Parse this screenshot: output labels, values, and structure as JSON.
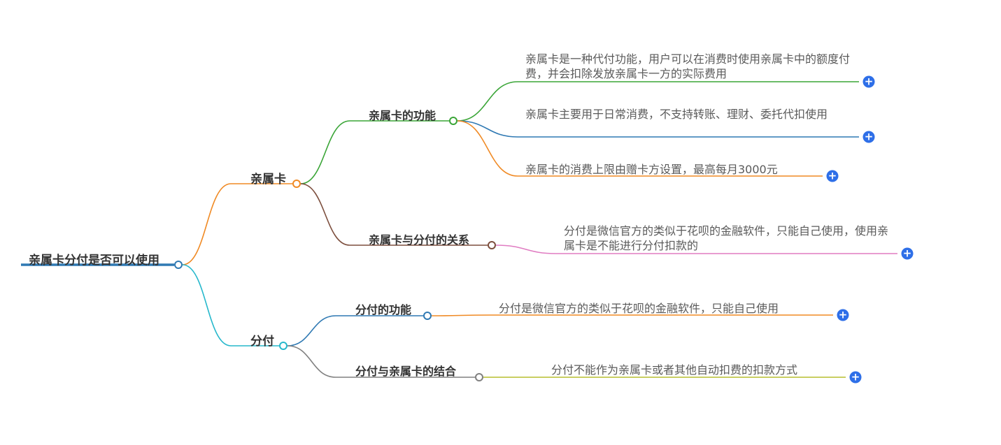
{
  "root": {
    "label": "亲属卡分付是否可以使用"
  },
  "branches": [
    {
      "label": "亲属卡",
      "color": "#f08a24",
      "children": [
        {
          "label": "亲属卡的功能",
          "color": "#3aa537",
          "leaves": [
            {
              "text": "亲属卡是一种代付功能，用户可以在消费时使用亲属卡中的额度付费，并会扣除发放亲属卡一方的实际费用",
              "color": "#3aa537"
            },
            {
              "text": "亲属卡主要用于日常消费，不支持转账、理财、委托代扣使用",
              "color": "#2f79b3"
            },
            {
              "text": "亲属卡的消费上限由赠卡方设置，最高每月3000元",
              "color": "#f08a24"
            }
          ]
        },
        {
          "label": "亲属卡与分付的关系",
          "color": "#7d4f3e",
          "leaves": [
            {
              "text": "分付是微信官方的类似于花呗的金融软件，只能自己使用，使用亲属卡是不能进行分付扣款的",
              "color": "#e07cc2"
            }
          ]
        }
      ]
    },
    {
      "label": "分付",
      "color": "#27b8cc",
      "children": [
        {
          "label": "分付的功能",
          "color": "#2f79b3",
          "leaves": [
            {
              "text": "分付是微信官方的类似于花呗的金融软件，只能自己使用",
              "color": "#f08a24"
            }
          ]
        },
        {
          "label": "分付与亲属卡的结合",
          "color": "#808080",
          "leaves": [
            {
              "text": "分付不能作为亲属卡或者其他自动扣费的扣款方式",
              "color": "#b7bd2e"
            }
          ]
        }
      ]
    }
  ],
  "colors": {
    "root_line": "#2f79b3",
    "expand_button": "#2e6fe8"
  },
  "icons": {
    "expand": "+"
  }
}
